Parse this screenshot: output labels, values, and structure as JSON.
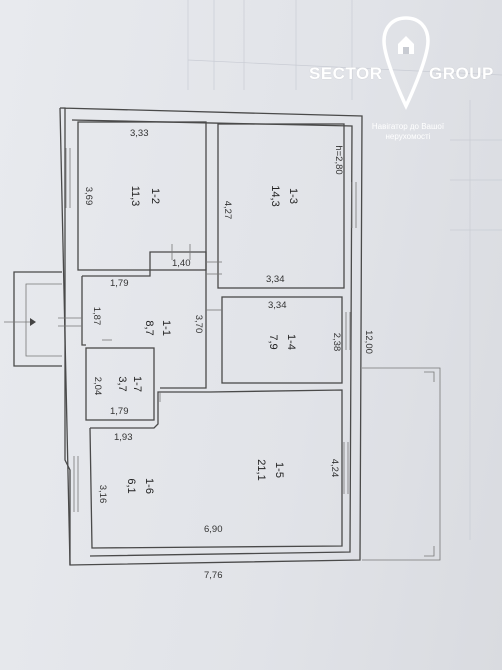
{
  "brand": {
    "word1": "SECTOR",
    "word2": "GROUP",
    "tagline": "Навігатор до Вашої нерухомості",
    "color": "#ffffff"
  },
  "icons": {
    "pin": "map-pin-house-icon"
  },
  "plan": {
    "height_note": "h=2,80",
    "rooms": [
      {
        "id": "1-1",
        "area": "8,7"
      },
      {
        "id": "1-2",
        "area": "11,3"
      },
      {
        "id": "1-3",
        "area": "14,3"
      },
      {
        "id": "1-4",
        "area": "7,9"
      },
      {
        "id": "1-5",
        "area": "21,1"
      },
      {
        "id": "1-6",
        "area": "6,1"
      },
      {
        "id": "1-7",
        "area": "3,7"
      }
    ],
    "dimensions": {
      "d333": "3,33",
      "d369": "3,69",
      "d427": "4,27",
      "d140": "1,40",
      "d179a": "1,79",
      "d334a": "3,34",
      "d334b": "3,34",
      "d187": "1,87",
      "d370": "3,70",
      "d238": "2,38",
      "d1200": "12,00",
      "d204": "2,04",
      "d179b": "1,79",
      "d193": "1,93",
      "d424": "4,24",
      "d316": "3,16",
      "d690": "6,90",
      "d776": "7,76"
    }
  }
}
